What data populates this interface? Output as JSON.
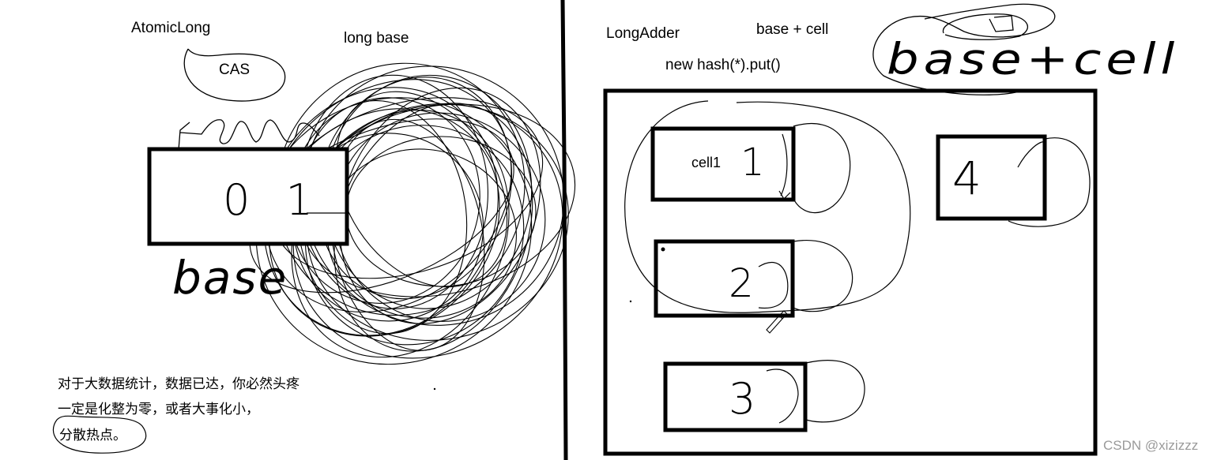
{
  "left": {
    "title": "AtomicLong",
    "cas_label": "CAS",
    "long_base_label": "long base",
    "box_value": "0 1",
    "handwritten_base": "base",
    "notes": [
      "对于大数据统计，数据已达，你必然头疼",
      "一定是化整为零，或者大事化小，",
      "分散热点。"
    ]
  },
  "right": {
    "title": "LongAdder",
    "formula_label": "base + cell",
    "hash_label": "new hash(*).put()",
    "handwritten_formula": "base+cell",
    "cells": [
      {
        "label": "cell1",
        "number": "1"
      },
      {
        "label": "",
        "number": "2"
      },
      {
        "label": "",
        "number": "3"
      },
      {
        "label": "",
        "number": "4"
      }
    ]
  },
  "watermark": "CSDN @xizizzz"
}
